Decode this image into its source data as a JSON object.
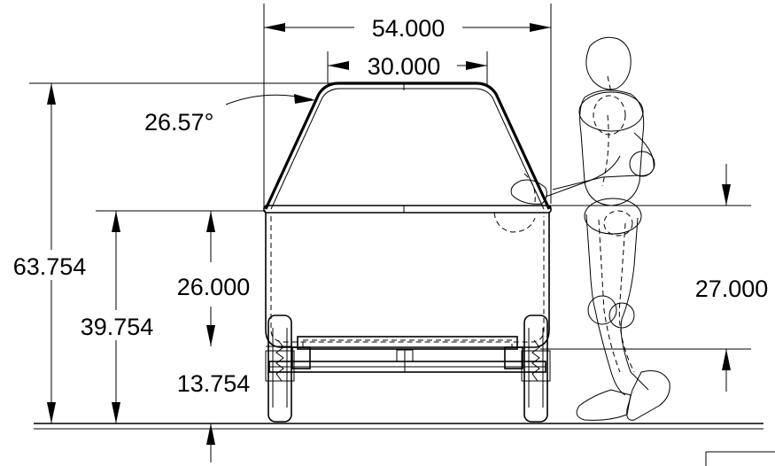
{
  "dimensions": {
    "overall_width": "54.000",
    "top_width": "30.000",
    "angle": "26.57°",
    "overall_height": "63.754",
    "rail_height": "39.754",
    "bin_depth": "26.000",
    "axle_height": "13.754",
    "operator_reach": "27.000"
  }
}
